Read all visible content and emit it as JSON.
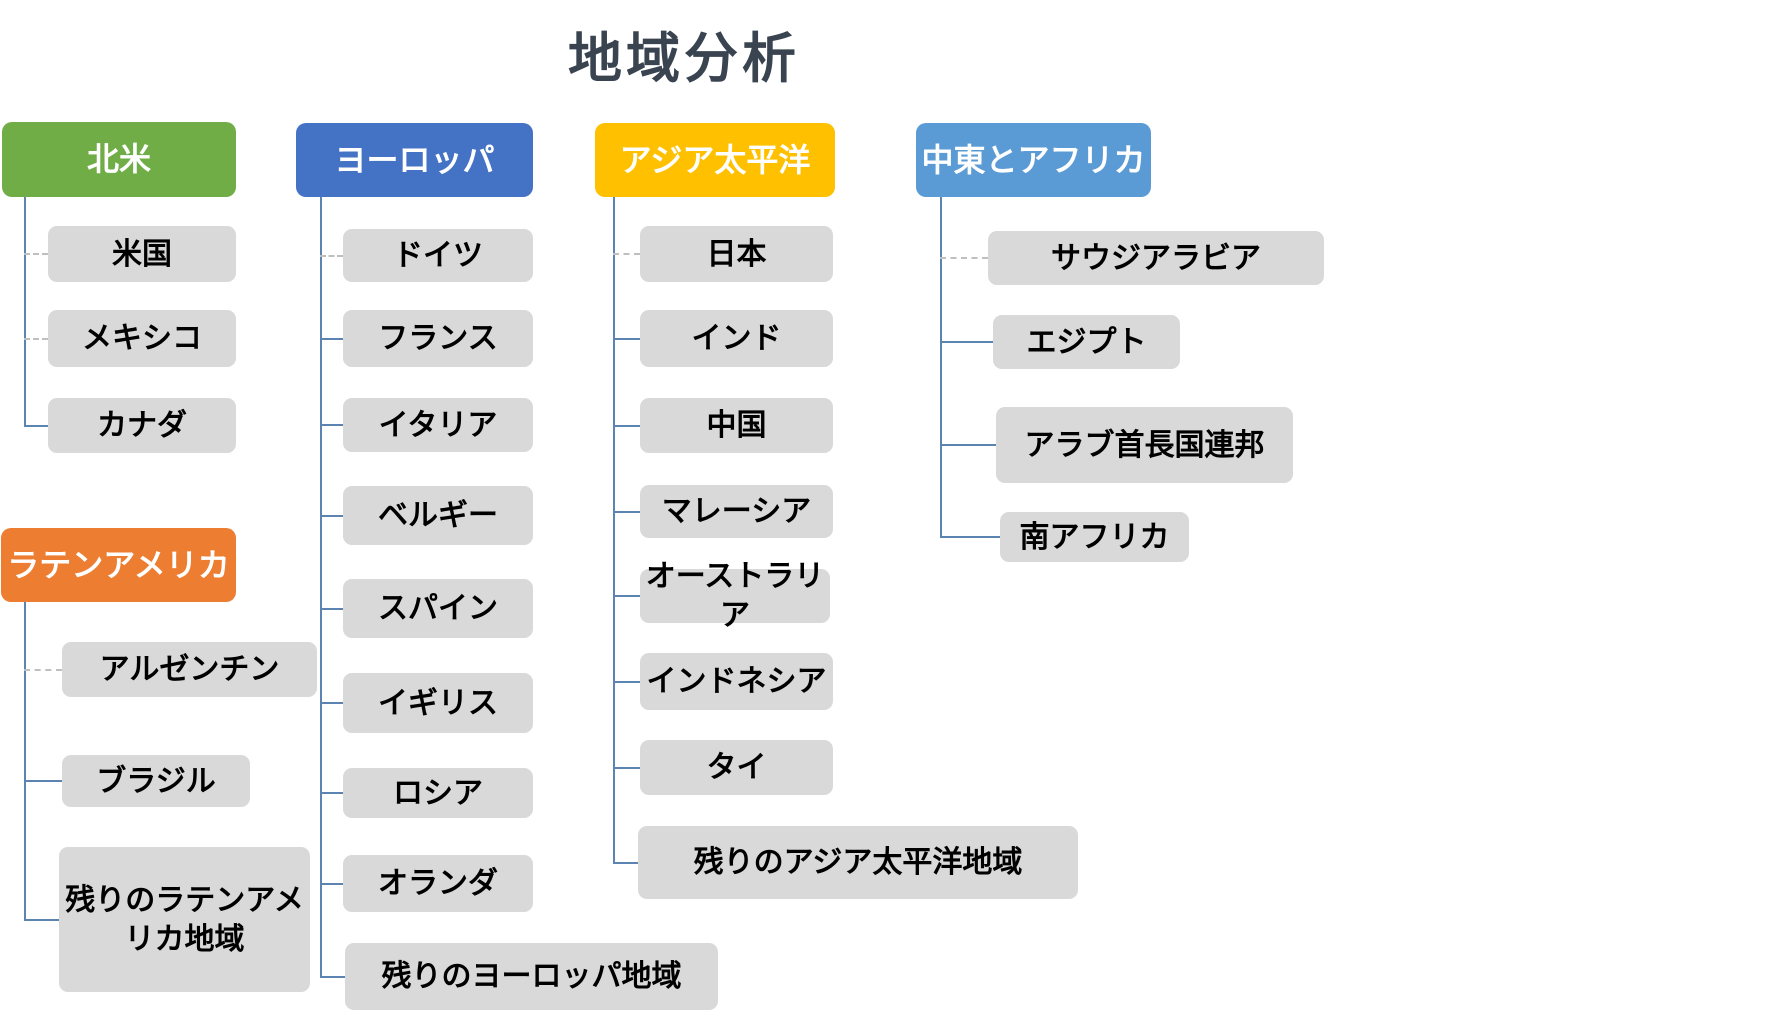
{
  "title": "地域分析",
  "colors": {
    "title_text": "#3A4450",
    "header_text": "#FFFFFF",
    "child_bg": "#D9D9D9",
    "child_text": "#000000",
    "connector_solid": "#5B84B0",
    "connector_dashed": "#BFBFBF",
    "north_america": "#70AD47",
    "europe": "#4472C4",
    "asia_pacific": "#FFC000",
    "middle_east_africa": "#5B9BD5",
    "latin_america": "#ED7D31"
  },
  "groups": [
    {
      "id": "north-america",
      "label": "北米",
      "color_key": "north_america",
      "children": [
        {
          "id": "usa",
          "label": "米国",
          "connector": "dashed"
        },
        {
          "id": "mexico",
          "label": "メキシコ",
          "connector": "dashed"
        },
        {
          "id": "canada",
          "label": "カナダ",
          "connector": "solid"
        }
      ]
    },
    {
      "id": "europe",
      "label": "ヨーロッパ",
      "color_key": "europe",
      "children": [
        {
          "id": "germany",
          "label": "ドイツ",
          "connector": "dashed"
        },
        {
          "id": "france",
          "label": "フランス",
          "connector": "solid"
        },
        {
          "id": "italy",
          "label": "イタリア",
          "connector": "solid"
        },
        {
          "id": "belgium",
          "label": "ベルギー",
          "connector": "solid"
        },
        {
          "id": "spain",
          "label": "スパイン",
          "connector": "solid"
        },
        {
          "id": "uk",
          "label": "イギリス",
          "connector": "solid"
        },
        {
          "id": "russia",
          "label": "ロシア",
          "connector": "solid"
        },
        {
          "id": "netherlands",
          "label": "オランダ",
          "connector": "solid"
        },
        {
          "id": "rest-of-europe",
          "label": "残りのヨーロッパ地域",
          "connector": "solid"
        }
      ]
    },
    {
      "id": "asia-pacific",
      "label": "アジア太平洋",
      "color_key": "asia_pacific",
      "children": [
        {
          "id": "japan",
          "label": "日本",
          "connector": "dashed"
        },
        {
          "id": "india",
          "label": "インド",
          "connector": "solid"
        },
        {
          "id": "china",
          "label": "中国",
          "connector": "solid"
        },
        {
          "id": "malaysia",
          "label": "マレーシア",
          "connector": "solid"
        },
        {
          "id": "australia",
          "label": "オーストラリア",
          "connector": "solid"
        },
        {
          "id": "indonesia",
          "label": "インドネシア",
          "connector": "solid"
        },
        {
          "id": "thailand",
          "label": "タイ",
          "connector": "solid"
        },
        {
          "id": "rest-of-asia-pacific",
          "label": "残りのアジア太平洋地域",
          "connector": "solid"
        }
      ]
    },
    {
      "id": "middle-east-africa",
      "label": "中東とアフリカ",
      "color_key": "middle_east_africa",
      "children": [
        {
          "id": "saudi-arabia",
          "label": "サウジアラビア",
          "connector": "dashed"
        },
        {
          "id": "egypt",
          "label": "エジプト",
          "connector": "solid"
        },
        {
          "id": "uae",
          "label": "アラブ首長国連邦",
          "connector": "solid"
        },
        {
          "id": "south-africa",
          "label": "南アフリカ",
          "connector": "solid"
        }
      ]
    },
    {
      "id": "latin-america",
      "label": "ラテンアメリカ",
      "color_key": "latin_america",
      "children": [
        {
          "id": "argentina",
          "label": "アルゼンチン",
          "connector": "dashed"
        },
        {
          "id": "brazil",
          "label": "ブラジル",
          "connector": "solid"
        },
        {
          "id": "rest-of-latin-america",
          "label": "残りのラテンアメリカ地域",
          "connector": "solid"
        }
      ]
    }
  ]
}
